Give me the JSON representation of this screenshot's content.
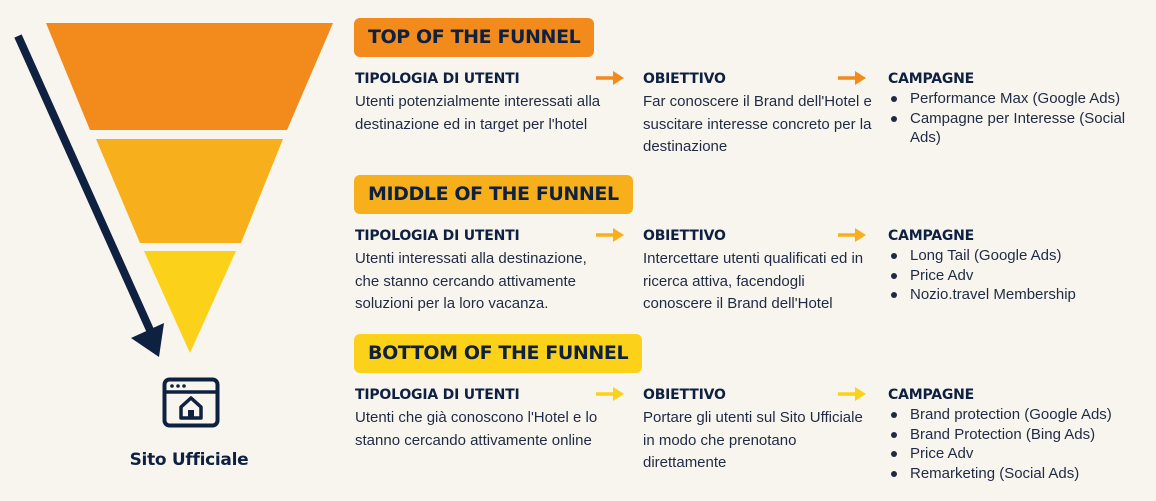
{
  "site": {
    "label": "Sito Ufficiale"
  },
  "colors": {
    "top": "#f28a1c",
    "middle": "#f7b01c",
    "bottom": "#fbd11a",
    "navy": "#0f2140"
  },
  "icons": {
    "arrow": "right-arrow-icon",
    "website": "website-home-icon",
    "funnel": "funnel-icon",
    "direction": "down-arrow-icon"
  },
  "stages": [
    {
      "title": "TOP OF THE FUNNEL",
      "users_heading": "TIPOLOGIA DI UTENTI",
      "users_text": "Utenti potenzialmente interessati alla destinazione ed in target per l'hotel",
      "objective_heading": "OBIETTIVO",
      "objective_text": "Far conoscere il Brand dell'Hotel e suscitare interesse concreto per la destinazione",
      "campaigns_heading": "CAMPAGNE",
      "campaigns": [
        "Performance Max (Google Ads)",
        "Campagne per Interesse (Social Ads)"
      ]
    },
    {
      "title": "MIDDLE OF THE FUNNEL",
      "users_heading": "TIPOLOGIA DI UTENTI",
      "users_text": "Utenti interessati alla destinazione, che stanno cercando attivamente soluzioni per la loro vacanza.",
      "objective_heading": "OBIETTIVO",
      "objective_text": "Intercettare utenti qualificati ed in ricerca attiva, facendogli conoscere il Brand dell'Hotel",
      "campaigns_heading": "CAMPAGNE",
      "campaigns": [
        "Long Tail (Google Ads)",
        "Price Adv",
        "Nozio.travel Membership"
      ]
    },
    {
      "title": "BOTTOM OF THE FUNNEL",
      "users_heading": "TIPOLOGIA DI UTENTI",
      "users_text": "Utenti che già conoscono l'Hotel e lo stanno cercando attivamente online",
      "objective_heading": "OBIETTIVO",
      "objective_text": "Portare gli utenti sul Sito Ufficiale in modo che prenotano direttamente",
      "campaigns_heading": "CAMPAGNE",
      "campaigns": [
        "Brand protection (Google Ads)",
        "Brand Protection (Bing Ads)",
        "Price Adv",
        "Remarketing (Social Ads)"
      ]
    }
  ]
}
